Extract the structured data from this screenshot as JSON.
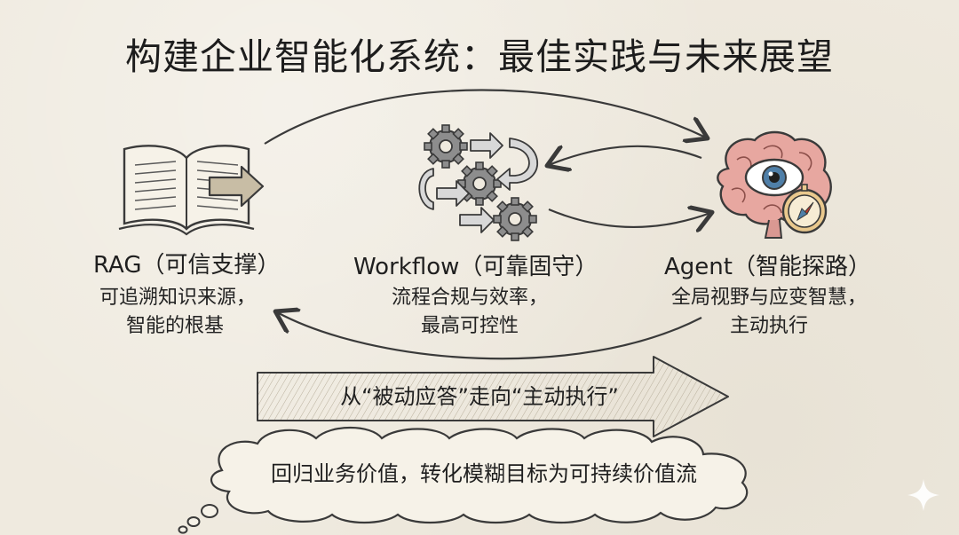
{
  "title": "构建企业智能化系统：最佳实践与未来展望",
  "nodes": {
    "rag": {
      "label": "RAG（可信支撑）",
      "desc_line1": "可追溯知识来源，",
      "desc_line2": "智能的根基",
      "icon": "open-book-icon"
    },
    "workflow": {
      "label": "Workflow（可靠固守）",
      "desc_line1": "流程合规与效率，",
      "desc_line2": "最高可控性",
      "icon": "gears-icon"
    },
    "agent": {
      "label": "Agent（智能探路）",
      "desc_line1": "全局视野与应变智慧，",
      "desc_line2": "主动执行",
      "icon": "brain-eye-compass-icon"
    }
  },
  "transition": {
    "text": "从“被动应答”走向“主动执行”"
  },
  "summary": {
    "text": "回归业务价值，转化模糊目标为可持续价值流"
  },
  "colors": {
    "background": "#efeadf",
    "ink": "#3a3a3a",
    "arrow_fill": "#d8cdb8",
    "brain": "#e7a7a0",
    "eye_iris": "#4f7fa8",
    "compass": "#e9c88d",
    "sparkle": "#ffffff"
  }
}
